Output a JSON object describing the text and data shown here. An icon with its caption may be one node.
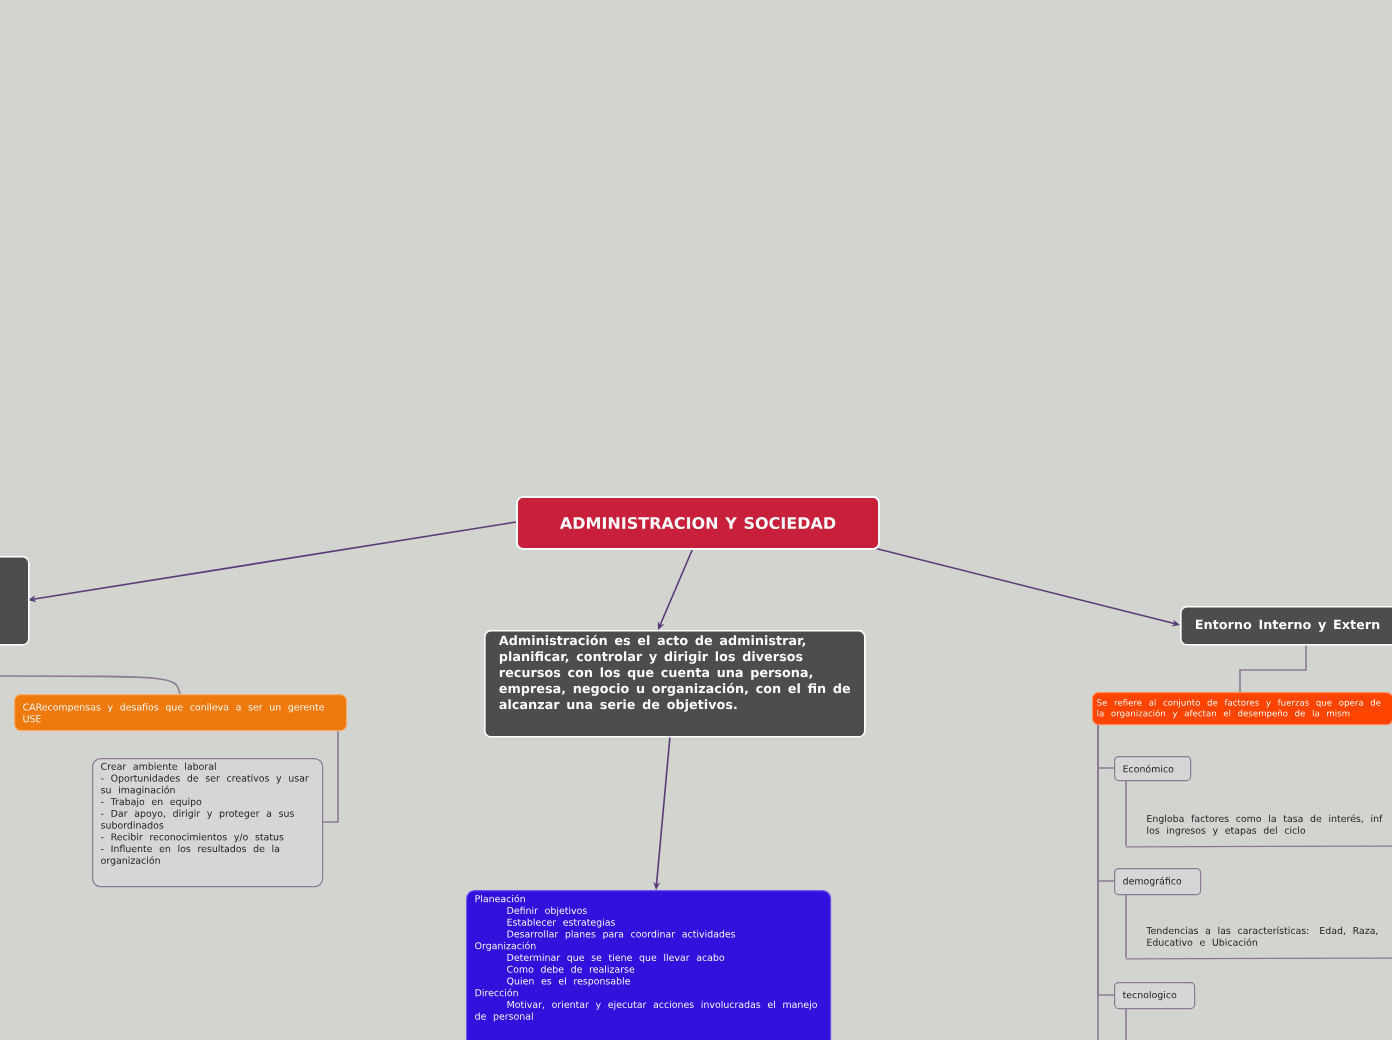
{
  "diagram": {
    "nodes": [
      {
        "text": [
          "ADMINISTRACION Y SOCIEDAD"
        ]
      },
      {
        "text": [],
        "shape": "box"
      },
      {
        "text": [
          "Administración es el acto de administrar, planificar, controlar y dirigir los diversos recursos con los que cuenta una persona, empresa, negocio u organización, con el fin de alcanzar una serie de objetivos."
        ]
      },
      {
        "text": [
          "Entorno Interno y Extern"
        ]
      },
      {
        "text": [
          "CARecompensas y desafíos que conlleva a ser un gerente USE"
        ]
      },
      {
        "text": [
          "Crear ambiente laboral",
          "- Oportunidades de ser creativos y usar su imaginación",
          "- Trabajo en equipo",
          "- Dar apoyo, dirigir y proteger a sus subordinados",
          "- Recibir reconocimientos y/o status",
          "- Influente en los resultados de la organización"
        ]
      },
      {
        "text": [
          "Planeación",
          "Definir objetivos",
          "Establecer estrategias",
          "Desarrollar planes para coordinar actividades",
          "Organización",
          "Determinar que se tiene que llevar acabo",
          "Como debe de realizarse",
          "Quien es el responsable",
          "Dirección",
          "Motivar, orientar y ejecutar acciones involucradas el manejo de personal"
        ]
      },
      {
        "text": [
          "Se refiere al conjunto de factores y fuerzas que opera de la organización y afectan el desempeño de la mism"
        ]
      },
      {
        "text": [
          "Económico"
        ]
      },
      {
        "text": [
          "Engloba factores como la tasa de interés, inf los ingresos y etapas del ciclo"
        ]
      },
      {
        "text": [
          "demográfico"
        ]
      },
      {
        "text": [
          "Tendencias a las características: Edad, Raza, Educativo e Ubicación"
        ]
      },
      {
        "text": [
          "tecnologico"
        ]
      }
    ],
    "edges": [
      {
        "from": 0,
        "to": 1,
        "arrow": "to"
      },
      {
        "from": 0,
        "to": 2,
        "arrow": "to"
      },
      {
        "from": 0,
        "to": 3,
        "arrow": "to"
      },
      {
        "from": 2,
        "to": 6,
        "arrow": "to"
      },
      {
        "from": null,
        "to": 4,
        "arrow": "none"
      },
      {
        "from": 4,
        "to": 5,
        "arrow": "none"
      },
      {
        "from": 3,
        "to": 7,
        "arrow": "none"
      },
      {
        "from": 7,
        "to": 8,
        "arrow": "none"
      },
      {
        "from": 7,
        "to": 10,
        "arrow": "none"
      },
      {
        "from": 7,
        "to": 12,
        "arrow": "none"
      },
      {
        "from": 8,
        "to": 9,
        "arrow": "none"
      },
      {
        "from": 10,
        "to": 11,
        "arrow": "none"
      },
      {
        "from": 12,
        "to": null,
        "arrow": "none"
      },
      {
        "from": 7,
        "to": null,
        "arrow": "none"
      }
    ]
  }
}
